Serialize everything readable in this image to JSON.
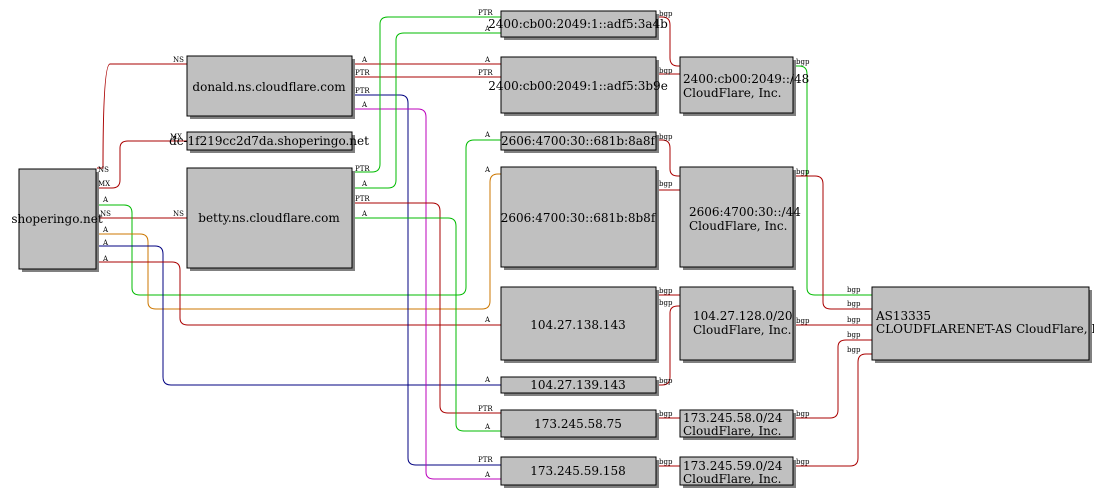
{
  "nodes": {
    "shoperingo": {
      "label": "shoperingo.net"
    },
    "donald": {
      "label": "donald.ns.cloudflare.com"
    },
    "mx": {
      "label": "dc-1f219cc2d7da.shoperingo.net"
    },
    "betty": {
      "label": "betty.ns.cloudflare.com"
    },
    "v6a": {
      "label": "2400:cb00:2049:1::adf5:3a4b"
    },
    "v6b": {
      "label": "2400:cb00:2049:1::adf5:3b9e"
    },
    "net2400": {
      "line1": "2400:cb00:2049::/48",
      "line2": "CloudFlare, Inc."
    },
    "v6c": {
      "label": "2606:4700:30::681b:8a8f"
    },
    "v6d": {
      "label": "2606:4700:30::681b:8b8f"
    },
    "net2606": {
      "line1": "2606:4700:30::/44",
      "line2": "CloudFlare, Inc."
    },
    "ip138": {
      "label": "104.27.138.143"
    },
    "ip139": {
      "label": "104.27.139.143"
    },
    "net104": {
      "line1": "104.27.128.0/20",
      "line2": "CloudFlare, Inc."
    },
    "ip5875": {
      "label": "173.245.58.75"
    },
    "net5800": {
      "line1": "173.245.58.0/24",
      "line2": "CloudFlare, Inc."
    },
    "ip59158": {
      "label": "173.245.59.158"
    },
    "net5900": {
      "line1": "173.245.59.0/24",
      "line2": "CloudFlare, Inc."
    },
    "as": {
      "line1": "AS13335",
      "line2": "CLOUDFLARENET-AS CloudFlare, Inc."
    }
  },
  "edge_labels": {
    "ns": "NS",
    "mx": "MX",
    "a": "A",
    "ptr": "PTR",
    "bgp": "bgp"
  },
  "colors": {
    "red": "#aa0000",
    "green": "#00bb00",
    "navy": "#000080",
    "magenta": "#bb00bb",
    "orange": "#cc7700"
  }
}
